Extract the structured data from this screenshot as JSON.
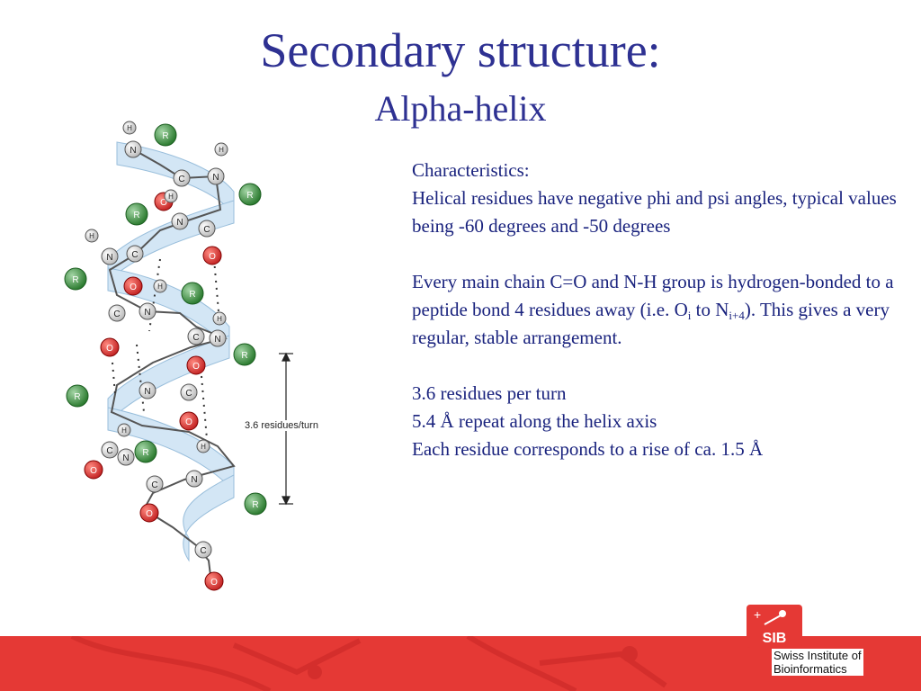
{
  "slide": {
    "title": "Secondary structure:",
    "subtitle": "Alpha-helix"
  },
  "content": {
    "heading": "Characteristics:",
    "para1": "Helical residues  have negative phi and psi angles, typical values being -60 degrees and -50 degrees",
    "para2_a": "Every main chain C=O and N-H group is hydrogen-bonded to a peptide bond 4 residues away (i.e. O",
    "para2_sub1": "i",
    "para2_b": " to N",
    "para2_sub2": "i+4",
    "para2_c": "). This gives a very regular, stable arrangement.",
    "fact1": "3.6 residues per turn",
    "fact2": "5.4 Å repeat along the helix axis",
    "fact3": "Each residue corresponds to a rise of ca. 1.5 Å"
  },
  "diagram": {
    "turn_label": "3.6 residues/turn",
    "atom_labels": {
      "h": "H",
      "n": "N",
      "c": "C",
      "o": "O",
      "r": "R"
    }
  },
  "logo": {
    "abbr": "SIB",
    "line1": "Swiss Institute of",
    "line2": "Bioinformatics"
  },
  "colors": {
    "title": "#2e3192",
    "text": "#1a237e",
    "ribbon": "#b8d8ef",
    "oxygen": "#d32f2f",
    "r_group": "#43a047",
    "backbone": "#f2f2f2",
    "footer": "#e53935"
  }
}
